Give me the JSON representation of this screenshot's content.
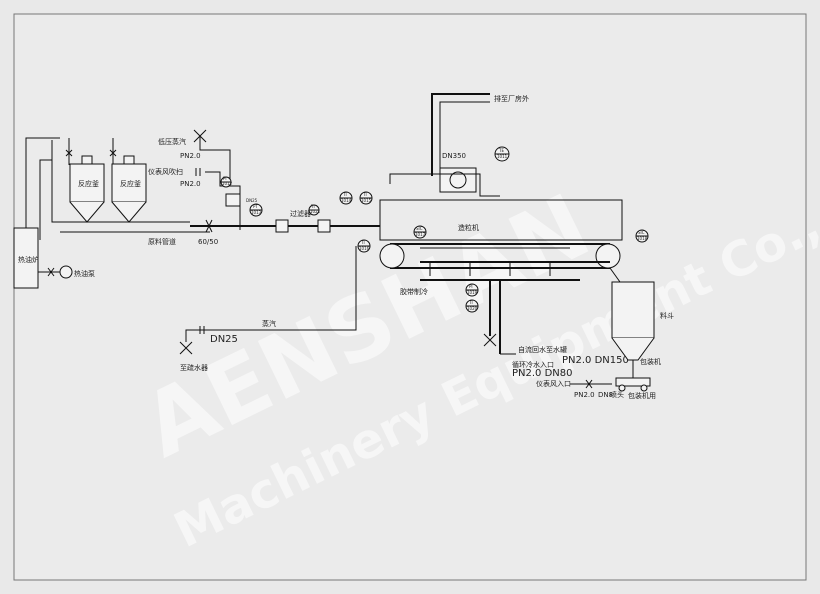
{
  "labels": {
    "low_pressure_steam": "低压蒸汽",
    "pn_a": "PN2.0",
    "inst_air_purge": "仪表风吹扫",
    "pn_b": "PN2.0",
    "dn25_top": "DN25",
    "reactor1": "反应釜",
    "reactor2": "反应釜",
    "raw_pipe": "原料管道",
    "ratio": "60/50",
    "hot_oil_furnace": "热油炉",
    "hot_oil_pump": "热油泵",
    "filter": "过滤器",
    "exhaust": "排至厂房外",
    "dn350": "DN350",
    "pelletizer": "造粒机",
    "belt_cooling": "胶带制冷",
    "steam": "蒸汽",
    "dn25_bottom": "DN25",
    "trap": "至疏水器",
    "self_flow": "自流回水至水罐",
    "circ_water": "循环冷水入口",
    "pn_dn150": "PN2.0  DN150",
    "pn_dn80": "PN2.0  DN80",
    "hopper": "料斗",
    "packer": "包装机",
    "inst_air_in": "仪表风入口",
    "pn_c": "PN2.0",
    "dn_short": "DN8",
    "nozzle": "喷头",
    "pack_conveyor": "包装机用"
  },
  "instruments": [
    {
      "tag": "TE",
      "num": "1011"
    },
    {
      "tag": "PI",
      "num": "1012"
    },
    {
      "tag": "PT",
      "num": "1013"
    },
    {
      "tag": "TI",
      "num": "1014"
    },
    {
      "tag": "TI",
      "num": "1015"
    },
    {
      "tag": "TI",
      "num": "1016"
    },
    {
      "tag": "SIC",
      "num": "1017"
    },
    {
      "tag": "SIC",
      "num": "1018"
    },
    {
      "tag": "PI",
      "num": "1019"
    },
    {
      "tag": "TI",
      "num": "1020"
    },
    {
      "tag": "TI",
      "num": "1021"
    }
  ],
  "watermark": {
    "brand": "AENSHAN",
    "sub": "Machinery Equipment Co., Ltd"
  }
}
